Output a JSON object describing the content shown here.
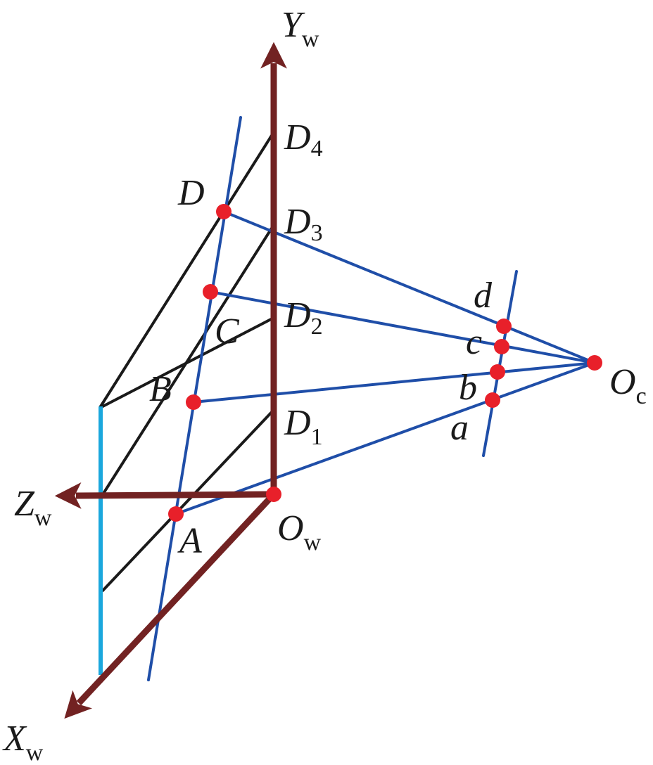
{
  "colors": {
    "axis": "#722222",
    "ray": "#1f4ea8",
    "construct": "#1a1a1a",
    "vertical": "#1aa7dd",
    "point": "#e8202a",
    "text": "#1a1a1a"
  },
  "labels": {
    "yw": {
      "main": "Y",
      "sub": "w"
    },
    "zw": {
      "main": "Z",
      "sub": "w"
    },
    "xw": {
      "main": "X",
      "sub": "w"
    },
    "ow": {
      "main": "O",
      "sub": "w"
    },
    "oc": {
      "main": "O",
      "sub": "c"
    },
    "d4": {
      "main": "D",
      "sub": "4"
    },
    "d3": {
      "main": "D",
      "sub": "3"
    },
    "d2": {
      "main": "D",
      "sub": "2"
    },
    "d1": {
      "main": "D",
      "sub": "1"
    },
    "pA": "A",
    "pB": "B",
    "pC": "C",
    "pD": "D",
    "pa": "a",
    "pb": "b",
    "pc": "c",
    "pd": "d"
  }
}
